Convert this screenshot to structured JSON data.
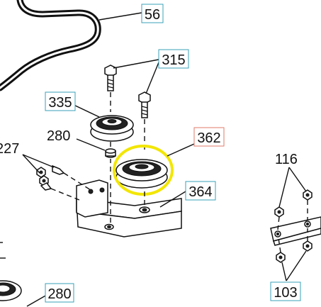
{
  "labels": {
    "p56": "56",
    "p315": "315",
    "p335": "335",
    "p280_top": "280",
    "p227": "227",
    "p362": "362",
    "p364": "364",
    "p116": "116",
    "p103": "103",
    "p280_bottom": "280"
  },
  "colors": {
    "box_teal": "#3aa0b8",
    "box_highlight": "#e07a6a",
    "highlight_ring": "#f2e600",
    "ink": "#111111"
  }
}
